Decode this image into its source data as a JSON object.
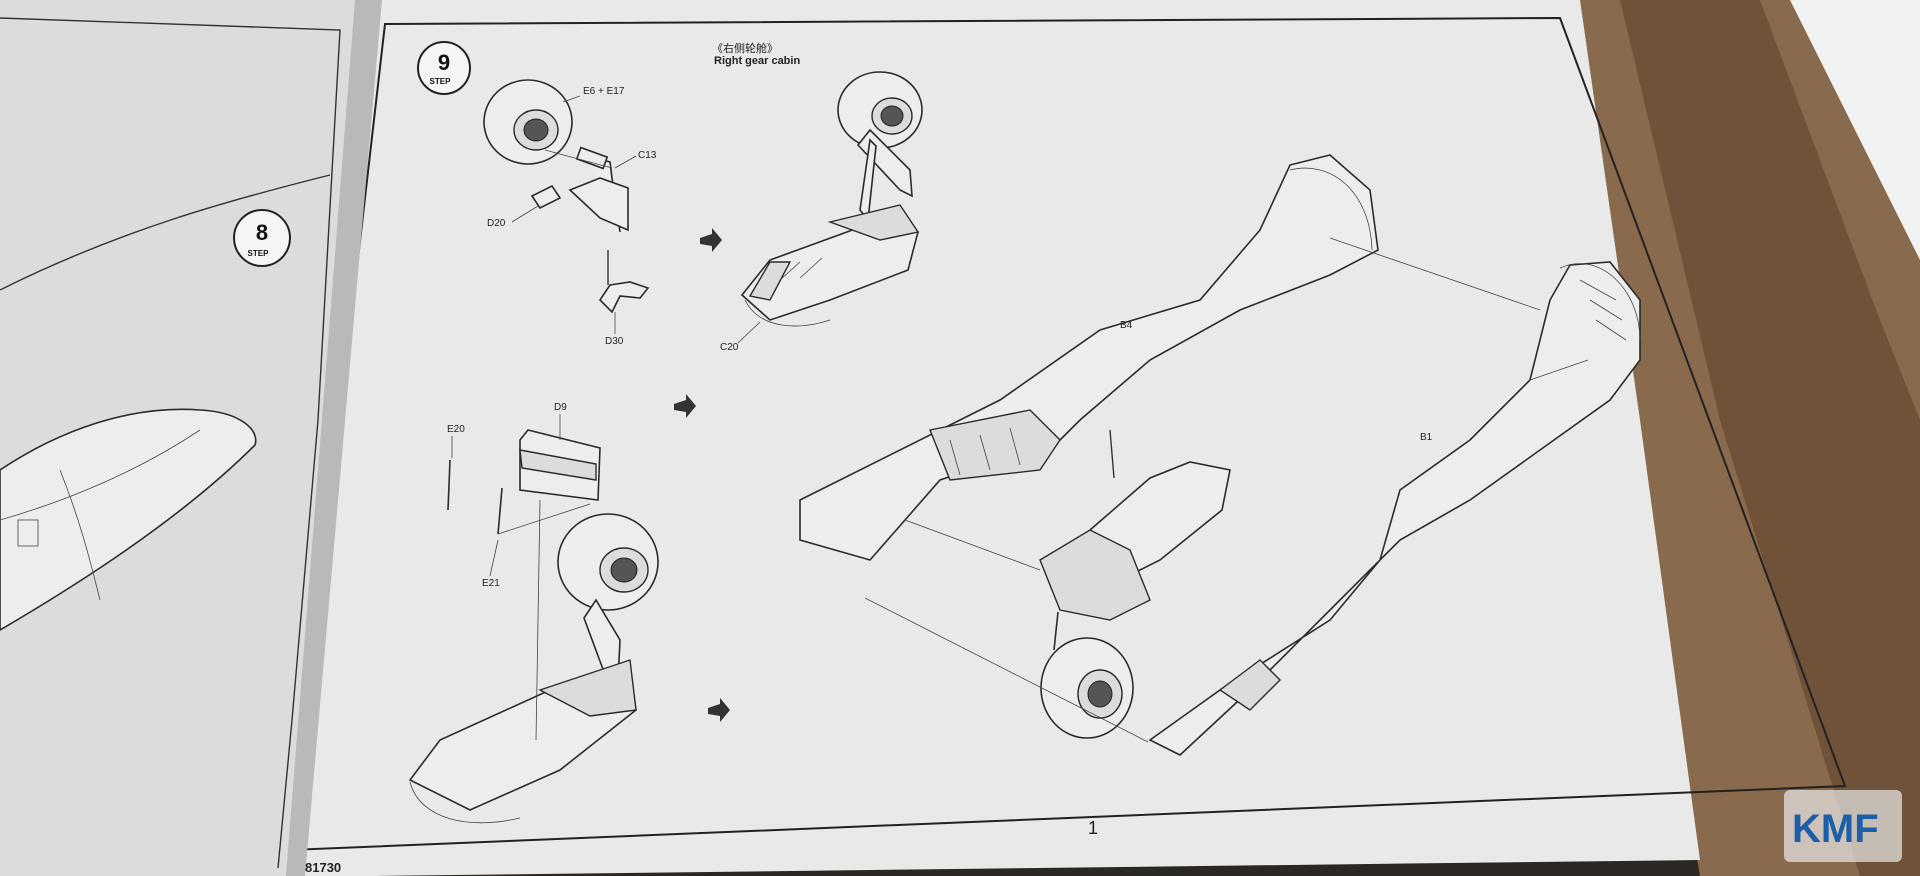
{
  "doc": {
    "step_right": "9",
    "step_left": "8",
    "step_word": "STEP",
    "title_cn": "《右侧轮舱》",
    "title_en": "Right gear cabin",
    "page_number": "1",
    "catalog_number": "81730",
    "watermark": "KMF"
  },
  "labels": {
    "e6_e17": "E6 + E17",
    "c13": "C13",
    "d20": "D20",
    "d30": "D30",
    "c20": "C20",
    "d9": "D9",
    "e20": "E20",
    "e21": "E21",
    "b4": "B4",
    "b1": "B1"
  },
  "colors": {
    "paper": "#e9e9e9",
    "ink": "#222222",
    "background": "#2f2a24",
    "wood": "#8a6a4c"
  }
}
